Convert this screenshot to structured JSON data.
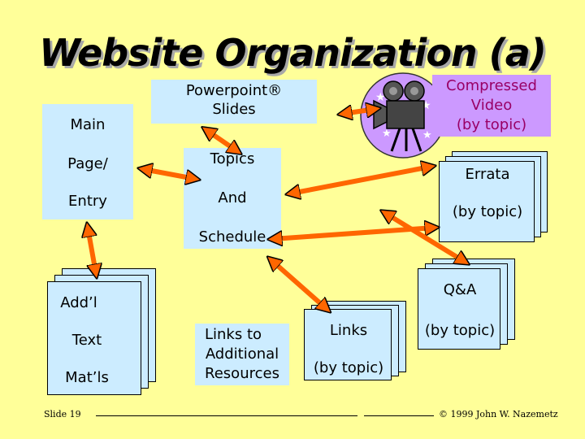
{
  "slide": {
    "title": "Website Organization (a)",
    "footer_left": "Slide 19",
    "footer_right": "© 1999 John W. Nazemetz"
  },
  "nodes": {
    "main_lines": [
      "Main",
      "Page/",
      "Entry"
    ],
    "powerpoint_lines": [
      "Powerpoint®",
      "Slides"
    ],
    "video_lines": [
      "Compressed",
      "Video",
      "(by topic)"
    ],
    "topics_lines": [
      "Topics",
      "And",
      "Schedule"
    ],
    "errata_lines": [
      "Errata",
      "(by topic)"
    ],
    "text_lines": [
      "Add’l",
      "Text",
      "Mat’ls"
    ],
    "resources_lines": [
      "Links to",
      "Additional",
      "Resources"
    ],
    "links_lines": [
      "Links",
      "(by topic)"
    ],
    "qa_lines": [
      "Q&A",
      "(by topic)"
    ]
  },
  "icons": [
    "video-camera-icon",
    "double-headed-arrow-icon"
  ],
  "colors": {
    "background": "#FFFF99",
    "box_fill": "#CCECFF",
    "video_fill": "#CC99FF",
    "video_text": "#990066",
    "arrow_fill": "#FF6600",
    "title_shadow": "#A8A8A8"
  }
}
